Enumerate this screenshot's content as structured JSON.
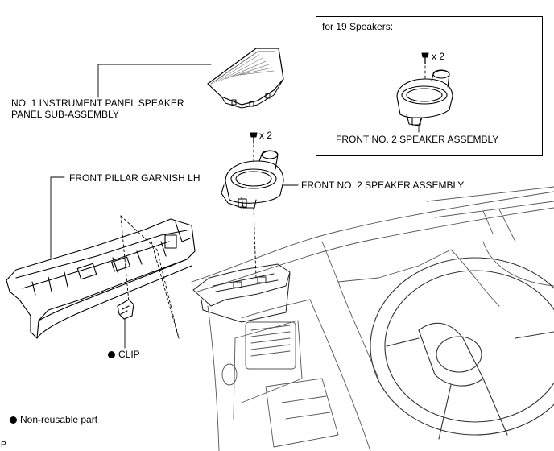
{
  "labels": {
    "speaker_panel_line1": "NO. 1 INSTRUMENT PANEL SPEAKER",
    "speaker_panel_line2": "PANEL SUB-ASSEMBLY",
    "pillar_garnish": "FRONT PILLAR GARNISH LH",
    "speaker_assembly_main": "FRONT NO. 2 SPEAKER ASSEMBLY",
    "speaker_assembly_inset": "FRONT NO. 2 SPEAKER ASSEMBLY",
    "inset_title": "for 19 Speakers:",
    "screw_count_main": "x 2",
    "screw_count_inset": "x 2",
    "clip": "CLIP",
    "legend_non_reusable": "Non-reusable part",
    "corner_code": "P"
  },
  "icons": {
    "non_reusable_marker": "filled-circle-icon"
  }
}
